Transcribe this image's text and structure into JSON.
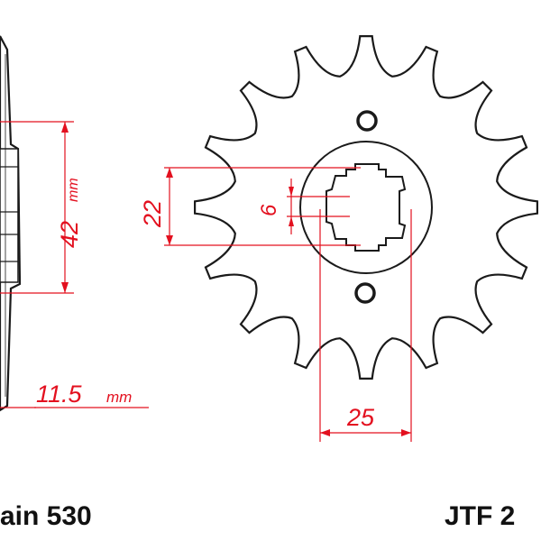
{
  "colors": {
    "outline": "#1a1a1a",
    "dimension": "#e3101f",
    "background": "#ffffff"
  },
  "side_view": {
    "width_label": "42",
    "width_unit": "mm",
    "thickness_label": "11.5",
    "thickness_unit": "mm"
  },
  "front_view": {
    "teeth_count": 16,
    "spline_height_label": "22",
    "spline_width_label": "6",
    "bore_label": "25"
  },
  "footer": {
    "chain_text": "ain 530",
    "part_text": "JTF 2"
  }
}
